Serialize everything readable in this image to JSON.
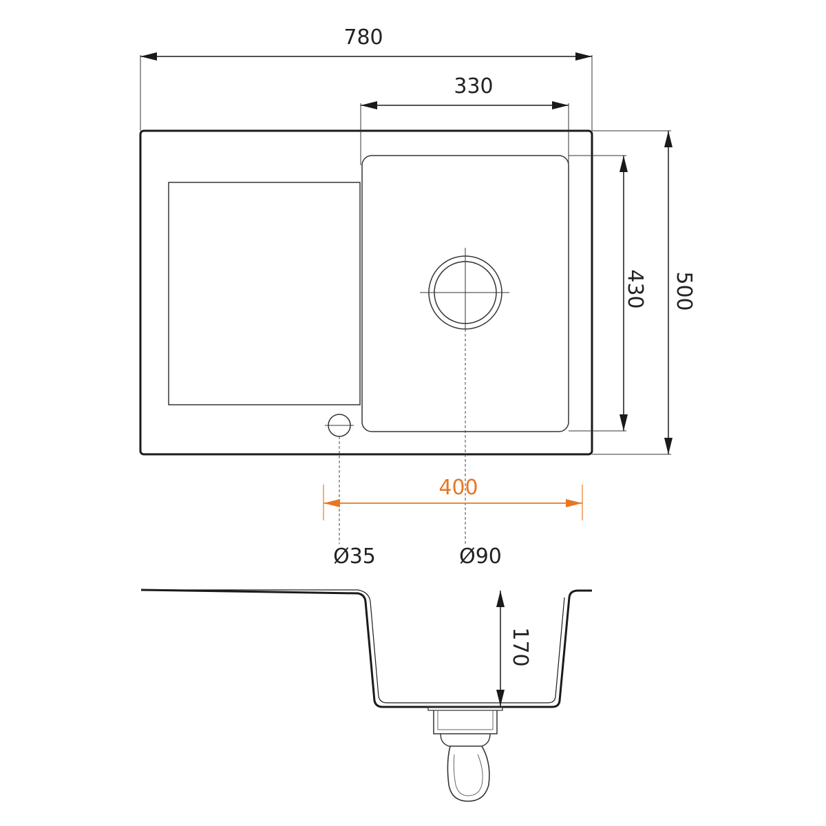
{
  "dimensions": {
    "total_width": "780",
    "bowl_width": "330",
    "bowl_length": "430",
    "total_depth": "500",
    "drain_spacing": "400",
    "overflow_diameter": "Ø35",
    "drain_diameter": "Ø90",
    "bowl_depth": "170"
  },
  "colors": {
    "line": "#1a1a1a",
    "highlight_dimension": "#e87722"
  }
}
